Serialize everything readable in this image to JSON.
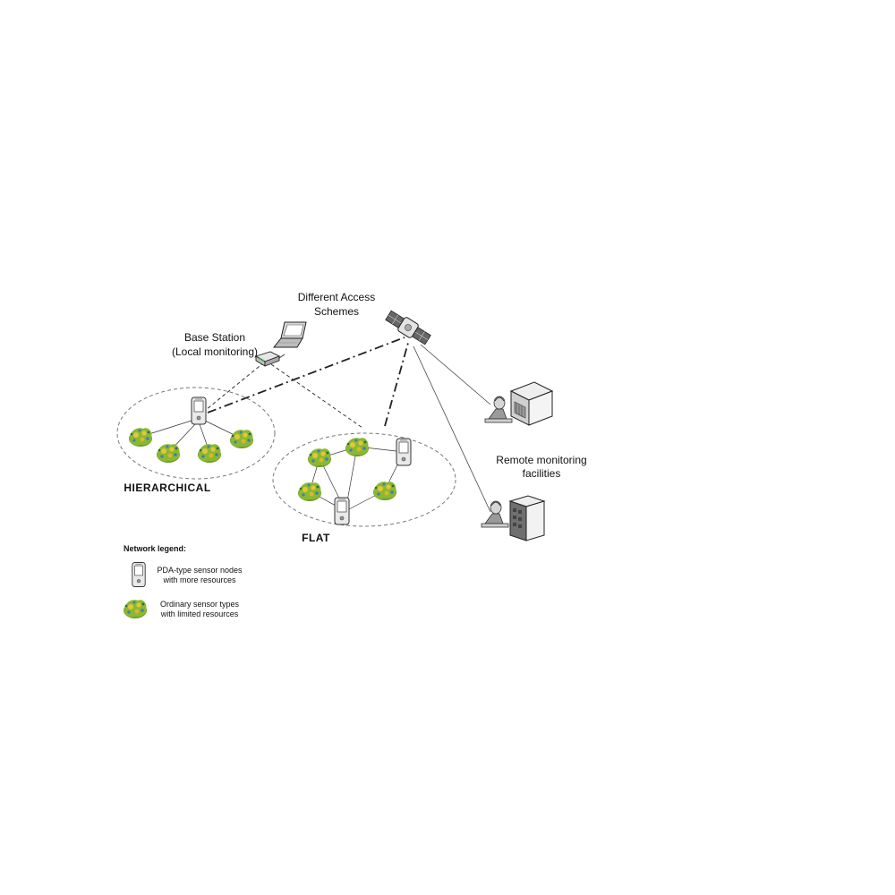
{
  "labels": {
    "access_schemes_line1": "Different Access",
    "access_schemes_line2": "Schemes",
    "base_station_line1": "Base Station",
    "base_station_line2": "(Local monitoring)",
    "remote_line1": "Remote monitoring",
    "remote_line2": "facilities",
    "hierarchical": "HIERARCHICAL",
    "flat": "FLAT"
  },
  "legend": {
    "title": "Network legend:",
    "pda_line1": "PDA-type sensor nodes",
    "pda_line2": "with more resources",
    "ordinary_line1": "Ordinary sensor types",
    "ordinary_line2": "with limited resources"
  },
  "colors": {
    "line": "#333333",
    "cluster_border": "#777777",
    "sensor_green": "#8ab832",
    "sensor_yellow": "#e3c63a",
    "sensor_blue": "#3f7fb0",
    "device_gray": "#c9c9c9"
  },
  "icons": {
    "satellite": "satellite-icon",
    "laptop": "laptop-icon",
    "base_station": "router-icon",
    "pda": "pda-icon",
    "sensor": "sensor-node-icon",
    "server": "server-icon",
    "monitor_operator": "operator-icon"
  }
}
